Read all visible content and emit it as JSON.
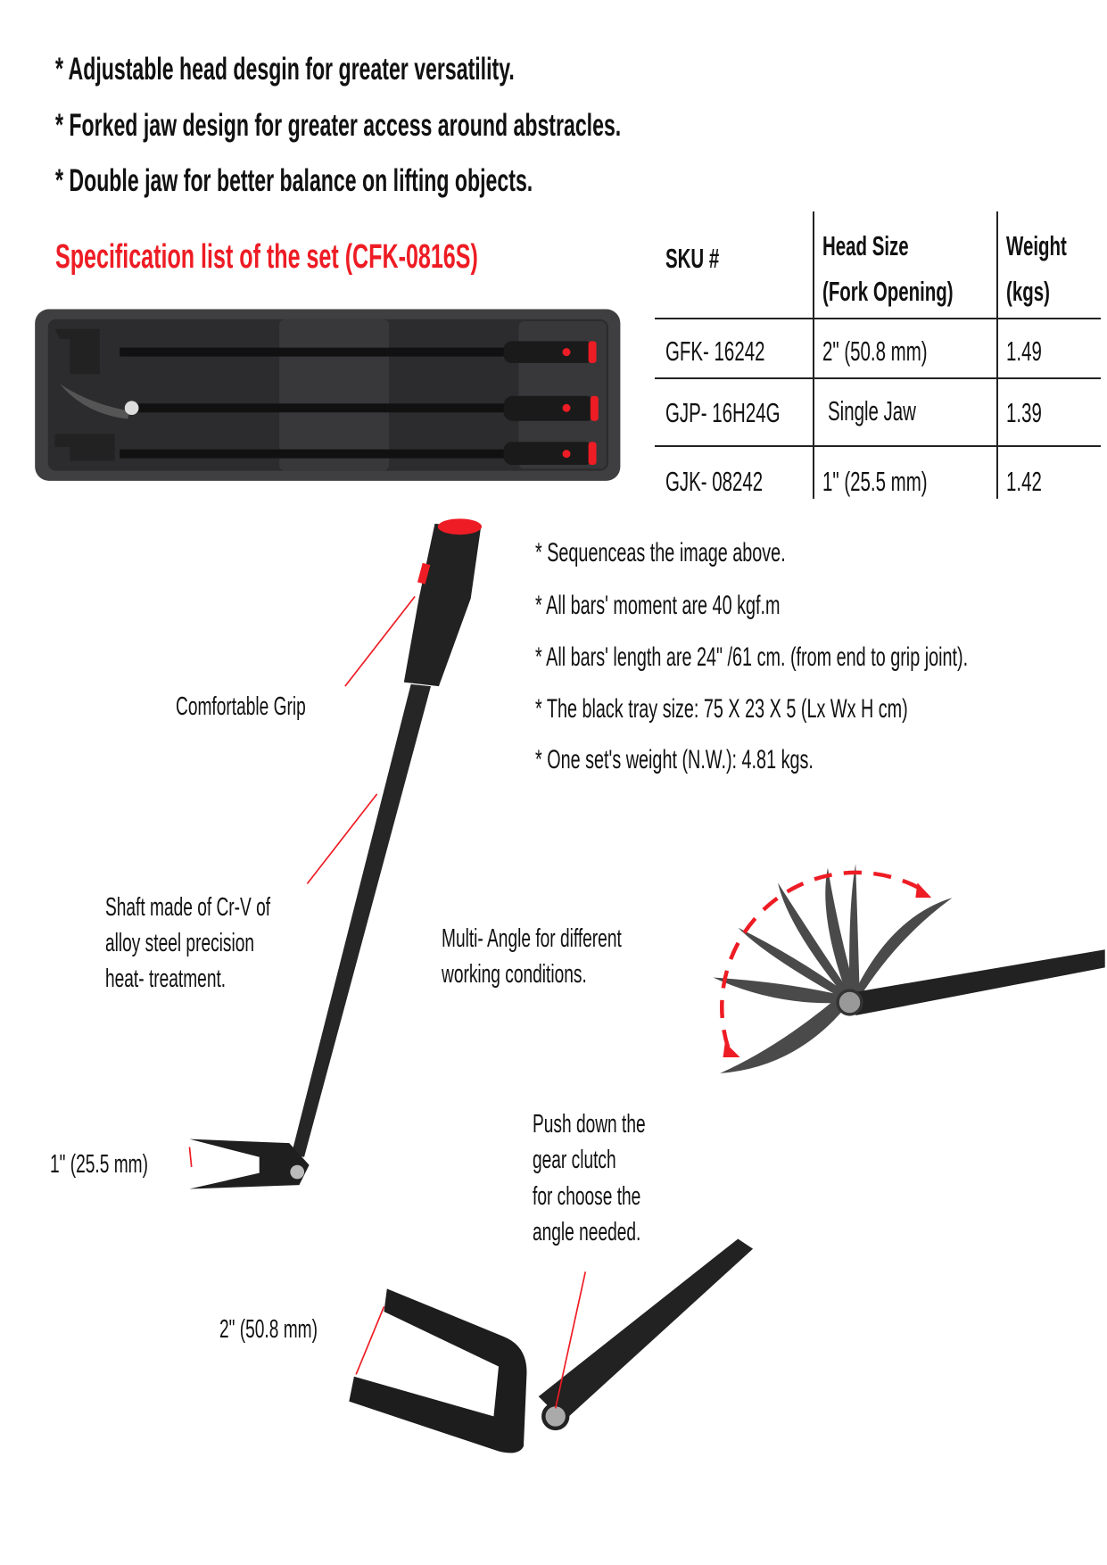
{
  "features": [
    "* Adjustable head desgin for greater versatility.",
    "* Forked jaw design for greater access around abstracles.",
    "* Double jaw for better balance on lifting objects."
  ],
  "spec_title": "Specification list of the set (CFK-0816S)",
  "table": {
    "headers": {
      "sku": "SKU #",
      "head_1": "Head Size",
      "head_2": "(Fork Opening)",
      "weight_1": "Weight",
      "weight_2": "(kgs)"
    },
    "rows": [
      {
        "sku": "GFK- 16242",
        "head": "2\" (50.8 mm)",
        "weight": "1.49"
      },
      {
        "sku": "GJP- 16H24G",
        "head": "Single Jaw",
        "weight": "1.39"
      },
      {
        "sku": "GJK- 08242",
        "head": "1\" (25.5 mm)",
        "weight": "1.42"
      }
    ]
  },
  "notes": [
    "* Sequenceas the image above.",
    "* All bars' moment are 40 kgf.m",
    "* All bars' length are 24\" /61 cm. (from end to grip joint).",
    "* The black tray size: 75 X 23 X 5 (Lx Wx  H cm)",
    "* One set's weight (N.W.): 4.81 kgs."
  ],
  "callouts": {
    "grip": "Comfortable Grip",
    "shaft": [
      "Shaft made  of Cr-V of",
      "alloy steel precision",
      "heat- treatment."
    ],
    "small_fork": "1\" (25.5 mm)",
    "multi_angle": [
      "Multi- Angle for different",
      "working conditions."
    ],
    "clutch": [
      "Push down the",
      "gear clutch",
      "for choose the",
      "angle needed."
    ],
    "large_fork": "2\" (50.8 mm)"
  },
  "colors": {
    "accent": "#ee1c24",
    "tool": "#2b2b2b",
    "tray": "#3a3a3c"
  }
}
